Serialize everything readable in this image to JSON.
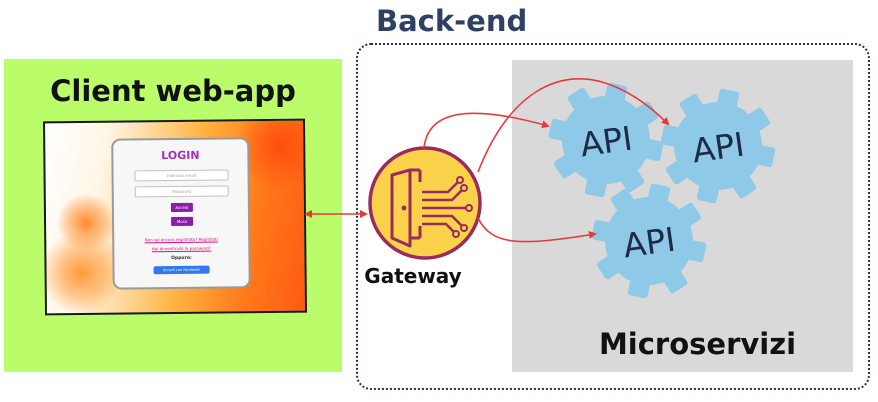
{
  "diagram": {
    "client": {
      "title": "Client web-app",
      "login_screen": {
        "heading": "LOGIN",
        "email_placeholder": "Indirizzo email",
        "password_placeholder": "Password",
        "login_button": "Accedi",
        "show_button": "Mosa",
        "register_link": "Non sei ancora registrato? Registrati",
        "forgot_link": "Hai dimenticato la password?",
        "or_text": "Oppure:",
        "facebook_button": "Accedi con Facebook"
      }
    },
    "backend": {
      "title": "Back-end",
      "gateway_label": "Gateway",
      "microservices_title": "Microservizi",
      "api_labels": [
        "API",
        "API",
        "API"
      ]
    },
    "colors": {
      "client_panel": "#bbfc6b",
      "microservices_panel": "#d9d9d9",
      "gear": "#8ecae8",
      "gateway_fill": "#f9d24a",
      "gateway_ring": "#9b2b5e",
      "arrow": "#e63a3a",
      "backend_border": "#22335a"
    }
  }
}
